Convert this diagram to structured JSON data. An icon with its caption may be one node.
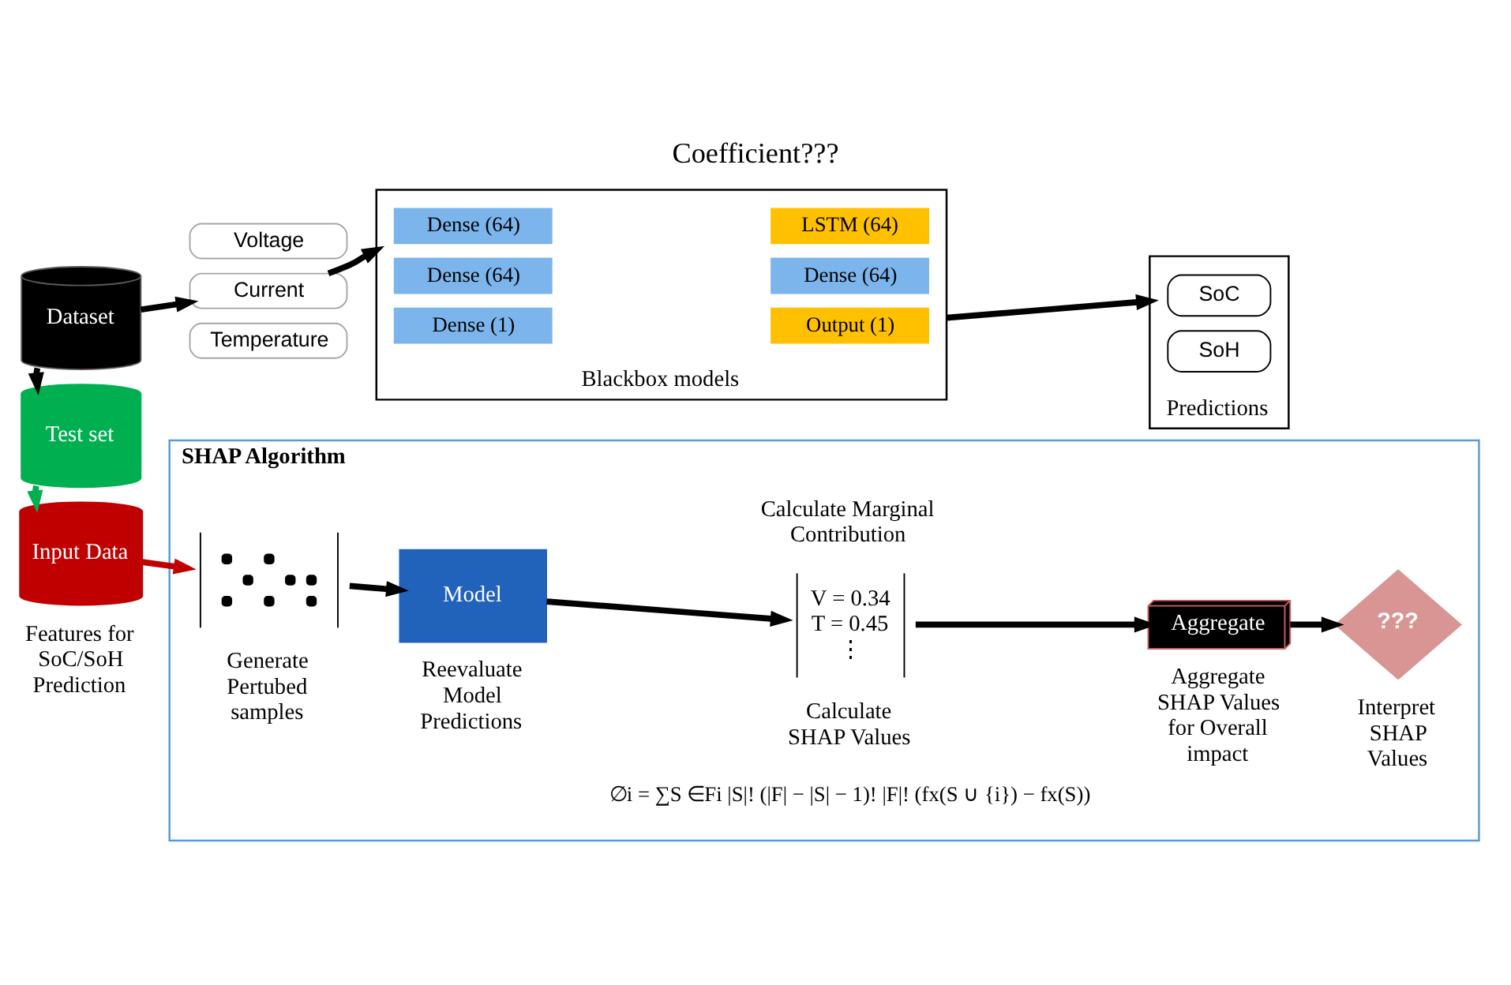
{
  "diagram": {
    "title": "Coefficient???",
    "nodes": [
      {
        "text": [
          "Dataset"
        ]
      },
      {
        "text": [
          "Voltage"
        ]
      },
      {
        "text": [
          "Current"
        ]
      },
      {
        "text": [
          "Temperature"
        ]
      },
      {
        "text": [
          "Blackbox models"
        ]
      },
      {
        "text": [
          "Dense (64)"
        ],
        "in": 4
      },
      {
        "text": [
          "Dense (64)"
        ],
        "in": 4
      },
      {
        "text": [
          "Dense (1)"
        ],
        "in": 4
      },
      {
        "text": [
          "LSTM (64)"
        ],
        "in": 4
      },
      {
        "text": [
          "Dense (64)"
        ],
        "in": 4
      },
      {
        "text": [
          "Output (1)"
        ],
        "in": 4
      },
      {
        "text": [
          "Predictions"
        ]
      },
      {
        "text": [
          "SoC"
        ],
        "in": 11
      },
      {
        "text": [
          "SoH"
        ],
        "in": 11
      },
      {
        "text": [
          "Test set"
        ]
      },
      {
        "text": [
          "Input Data"
        ],
        "beside": [
          "Features for SoC/SoH Prediction"
        ]
      },
      {
        "text": [
          "SHAP Algorithm"
        ]
      },
      {
        "text": [],
        "shape": "picture",
        "in": 16,
        "beside": [
          "Generate Pertubed samples"
        ]
      },
      {
        "text": [
          "Model"
        ],
        "in": 16,
        "beside": [
          "Reevaluate Model Predictions"
        ]
      },
      {
        "text": [
          "V = 0.34",
          "T = 0.45",
          "⋮"
        ],
        "in": 16,
        "beside": [
          "Calculate Marginal Contribution",
          "Calculate SHAP Values"
        ]
      },
      {
        "text": [
          "Aggregate"
        ],
        "in": 16,
        "beside": [
          "Aggregate SHAP Values for Overall impact"
        ]
      },
      {
        "text": [
          "???"
        ],
        "in": 16,
        "beside": [
          "Interpret SHAP Values"
        ]
      }
    ],
    "edges": [
      {
        "from": 0,
        "to": 2,
        "arrow": "to"
      },
      {
        "from": 2,
        "to": 4,
        "arrow": "to"
      },
      {
        "from": 4,
        "to": 11,
        "arrow": "to"
      },
      {
        "from": 0,
        "to": 14,
        "arrow": "to"
      },
      {
        "from": 14,
        "to": 15,
        "arrow": "to",
        "color": "#00b050"
      },
      {
        "from": 15,
        "to": 17,
        "arrow": "to",
        "color": "#c00000"
      },
      {
        "from": 17,
        "to": 18,
        "arrow": "to"
      },
      {
        "from": 18,
        "to": 19,
        "arrow": "to"
      },
      {
        "from": 19,
        "to": 20,
        "arrow": "to"
      },
      {
        "from": 20,
        "to": 21,
        "arrow": "to"
      }
    ],
    "labels": [
      "∅i = ∑S ∈Fi |S|! (|F| − |S| − 1)! |F|! (fx(S ∪ {i}) − fx(S))"
    ]
  }
}
